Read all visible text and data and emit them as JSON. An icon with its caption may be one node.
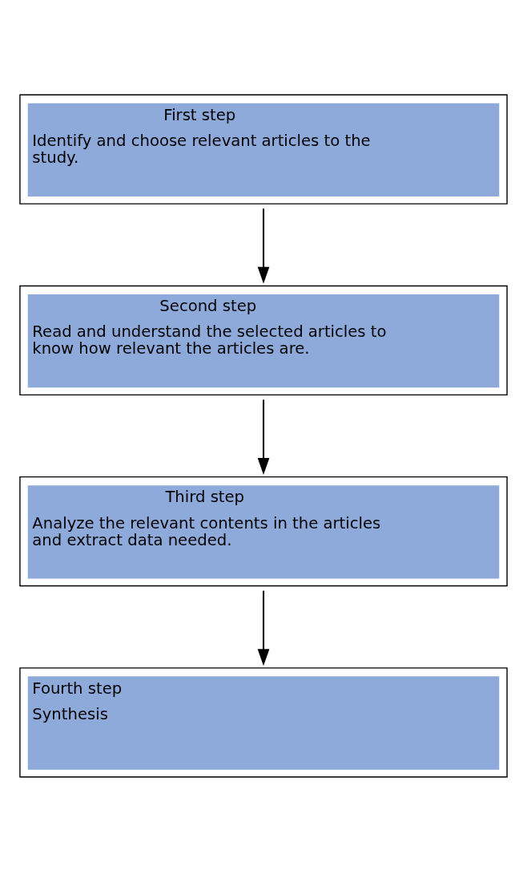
{
  "diagram": {
    "nodes": [
      {
        "text": [
          "First step",
          "Identify and choose relevant articles to the study."
        ]
      },
      {
        "text": [
          "Second step",
          "Read and understand the selected articles to know how relevant the articles are."
        ]
      },
      {
        "text": [
          "Third step",
          "Analyze the relevant contents in the articles and extract data needed."
        ]
      },
      {
        "text": [
          "Fourth step",
          "Synthesis"
        ]
      }
    ],
    "edges": [
      {
        "from": 0,
        "to": 1,
        "arrow": "to"
      },
      {
        "from": 1,
        "to": 2,
        "arrow": "to"
      },
      {
        "from": 2,
        "to": 3,
        "arrow": "to"
      }
    ]
  }
}
